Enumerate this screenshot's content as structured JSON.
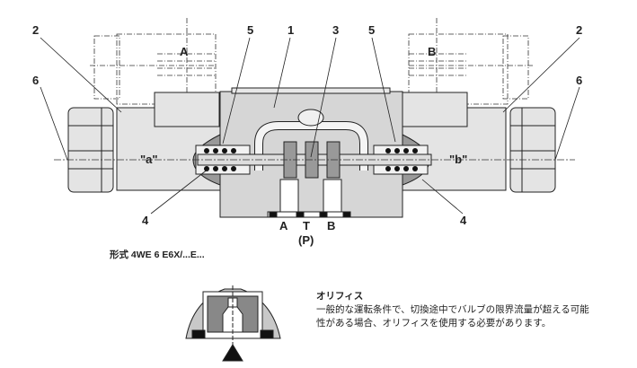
{
  "diagram": {
    "callouts": {
      "c1": "1",
      "c2_left": "2",
      "c2_right": "2",
      "c3": "3",
      "c4_left": "4",
      "c4_right": "4",
      "c5_left": "5",
      "c5_right": "5",
      "c6_left": "6",
      "c6_right": "6"
    },
    "solenoid_labels": {
      "left": "A",
      "right": "B"
    },
    "position_labels": {
      "left": "\"a\"",
      "right": "\"b\""
    },
    "ports": {
      "a": "A",
      "t": "T",
      "b": "B",
      "p": "(P)"
    },
    "caption": "形式 4WE 6 E6X/...E..."
  },
  "orifice_note": {
    "title": "オリフィス",
    "line1": "一般的な運転条件で、切換途中でバルブの限界流量が超える可能",
    "line2": "性がある場合、オリフィスを使用する必要があります。"
  }
}
